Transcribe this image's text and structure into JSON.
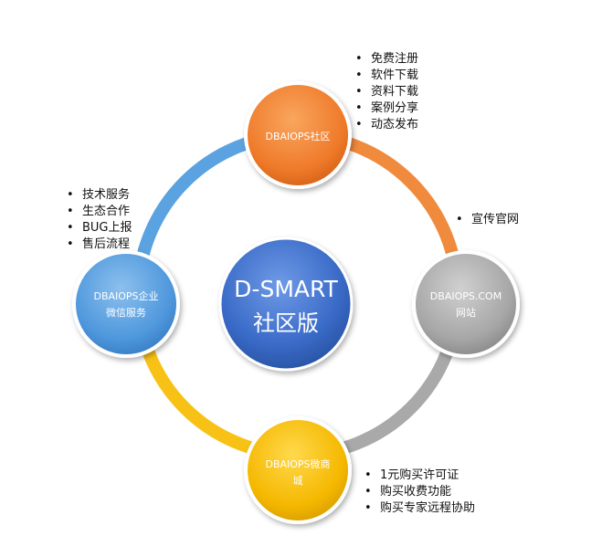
{
  "center": {
    "line1": "D-SMART",
    "line2": "社区版",
    "color": "#3a6bc8"
  },
  "nodes": {
    "top": {
      "line1": "DBAIOPS社区",
      "line2": "",
      "color": "#ef7a2a"
    },
    "right": {
      "line1": "DBAIOPS.COM",
      "line2": "网站",
      "color": "#a6a6a6"
    },
    "bottom": {
      "line1": "DBAIOPS微商",
      "line2": "城",
      "color": "#f5b800"
    },
    "left": {
      "line1": "DBAIOPS企业",
      "line2": "微信服务",
      "color": "#4e97dc"
    }
  },
  "ring_colors": {
    "top_right": "#f08a3c",
    "right_bottom": "#a9a9a9",
    "bottom_left": "#f7c215",
    "left_top": "#5aa3e0"
  },
  "lists": {
    "community": [
      "免费注册",
      "软件下载",
      "资料下载",
      "案例分享",
      "动态发布"
    ],
    "website": [
      "宣传官网"
    ],
    "wechat": [
      "技术服务",
      "生态合作",
      "BUG上报",
      "售后流程"
    ],
    "shop": [
      "1元购买许可证",
      "购买收费功能",
      "购买专家远程协助"
    ]
  }
}
